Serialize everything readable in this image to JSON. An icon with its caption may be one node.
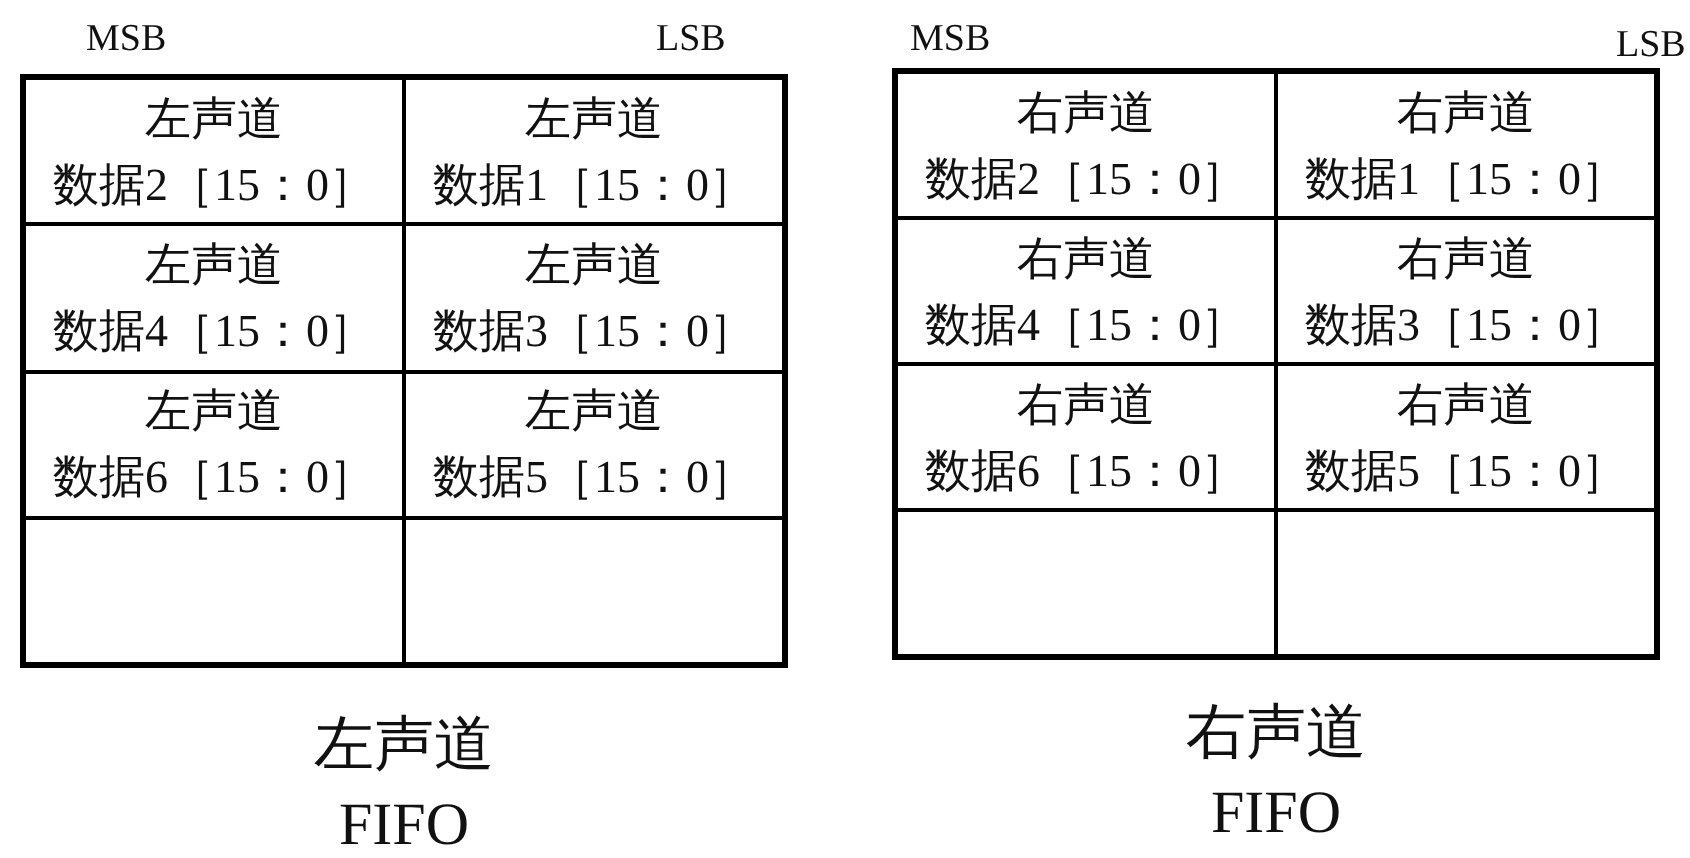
{
  "diagram": {
    "nodes": [
      {
        "text": [
          "左声道 FIFO"
        ]
      },
      {
        "text": [
          "左声道",
          "数据2［15：0］"
        ],
        "in": 0
      },
      {
        "text": [
          "左声道",
          "数据1［15：0］"
        ],
        "in": 0
      },
      {
        "text": [
          "左声道",
          "数据4［15：0］"
        ],
        "in": 0
      },
      {
        "text": [
          "左声道",
          "数据3［15：0］"
        ],
        "in": 0
      },
      {
        "text": [
          "左声道",
          "数据6［15：0］"
        ],
        "in": 0
      },
      {
        "text": [
          "左声道",
          "数据5［15：0］"
        ],
        "in": 0
      },
      {
        "text": [],
        "shape": "box",
        "in": 0
      },
      {
        "text": [],
        "shape": "box",
        "in": 0
      },
      {
        "text": [
          "右声道 FIFO"
        ]
      },
      {
        "text": [
          "右声道",
          "数据2［15：0］"
        ],
        "in": 9
      },
      {
        "text": [
          "右声道",
          "数据1［15：0］"
        ],
        "in": 9
      },
      {
        "text": [
          "右声道",
          "数据4［15：0］"
        ],
        "in": 9
      },
      {
        "text": [
          "右声道",
          "数据3［15：0］"
        ],
        "in": 9
      },
      {
        "text": [
          "右声道",
          "数据6［15：0］"
        ],
        "in": 9
      },
      {
        "text": [
          "右声道",
          "数据5［15：0］"
        ],
        "in": 9
      },
      {
        "text": [],
        "shape": "box",
        "in": 9
      },
      {
        "text": [],
        "shape": "box",
        "in": 9
      }
    ],
    "labels": [
      "MSB",
      "LSB",
      "MSB",
      "LSB"
    ]
  }
}
